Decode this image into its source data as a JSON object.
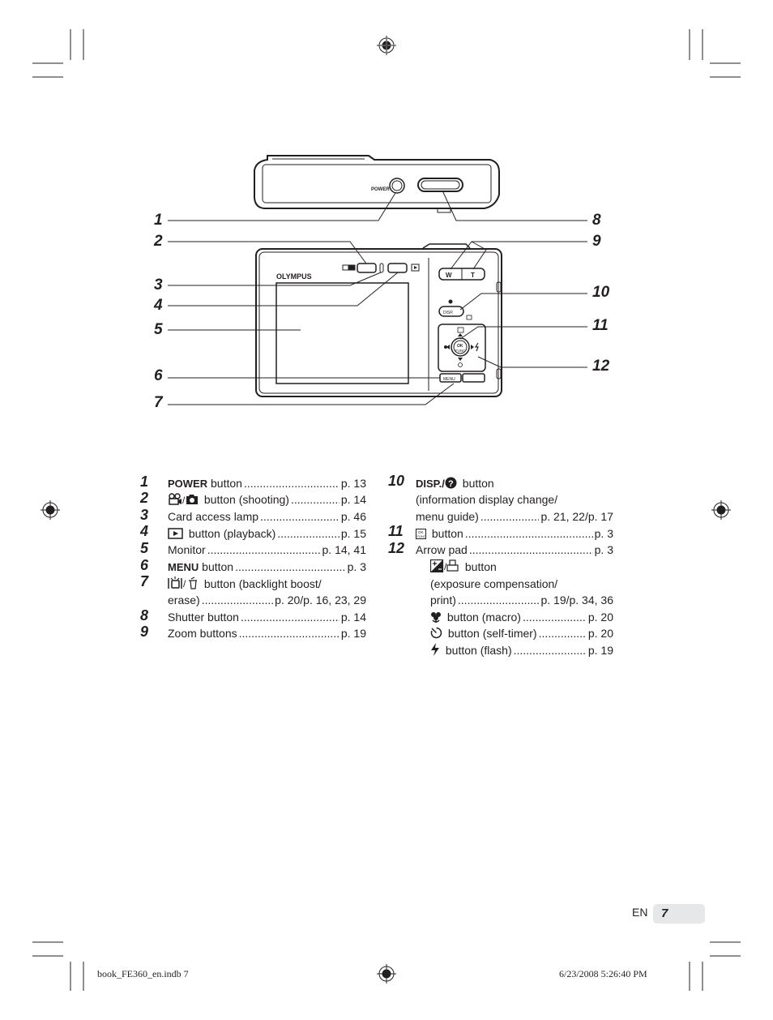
{
  "diagram": {
    "power_label": "POWER",
    "brand": "OLYMPUS",
    "zoom_w": "W",
    "zoom_t": "T",
    "disp_label": "DISP.",
    "ok_label": "OK",
    "func_label": "FUNC",
    "menu_label": "MENU",
    "callouts_left": [
      "1",
      "2",
      "3",
      "4",
      "5",
      "6",
      "7"
    ],
    "callouts_right": [
      "8",
      "9",
      "10",
      "11",
      "12"
    ]
  },
  "legend": {
    "left": [
      {
        "num": "1",
        "label_bold": "POWER",
        "label": " button",
        "page": "p. 13"
      },
      {
        "num": "2",
        "label": " button (shooting)",
        "page": "p. 14",
        "icon": "movie-camera-icon"
      },
      {
        "num": "3",
        "label": "Card access lamp",
        "page": "p. 46"
      },
      {
        "num": "4",
        "label": " button (playback)",
        "page": "p. 15",
        "icon": "playback-icon"
      },
      {
        "num": "5",
        "label": "Monitor",
        "page": "p. 14, 41"
      },
      {
        "num": "6",
        "label_bold": "MENU",
        "label": " button",
        "page": "p. 3"
      },
      {
        "num": "7",
        "label_line1": " button (backlight boost/",
        "label_line2": "erase)",
        "page": "p. 20/p. 16, 23, 29",
        "icon": "backlight-erase-icon"
      },
      {
        "num": "8",
        "label": "Shutter button",
        "page": "p. 14"
      },
      {
        "num": "9",
        "label": "Zoom buttons",
        "page": "p. 19"
      }
    ],
    "right": {
      "item10": {
        "num": "10",
        "label_bold": "DISP./",
        "label": " button",
        "line2": "(information display change/",
        "line3": "menu guide)",
        "page": "p. 21, 22/p. 17"
      },
      "item11": {
        "num": "11",
        "label": " button",
        "page": "p. 3"
      },
      "item12": {
        "num": "12",
        "label": "Arrow pad",
        "page": "p. 3"
      },
      "sub": [
        {
          "label": " button",
          "line2": "(exposure compensation/",
          "line3": "print)",
          "page": "p. 19/p. 34, 36"
        },
        {
          "label": " button (macro)",
          "page": "p. 20"
        },
        {
          "label": " button (self-timer)",
          "page": "p. 20"
        },
        {
          "label": " button (flash)",
          "page": "p. 19"
        }
      ]
    }
  },
  "page_tab": {
    "lang": "EN",
    "number": "7"
  },
  "footer": {
    "file": "book_FE360_en.indb   7",
    "date": "6/23/2008   5:26:40 PM"
  }
}
